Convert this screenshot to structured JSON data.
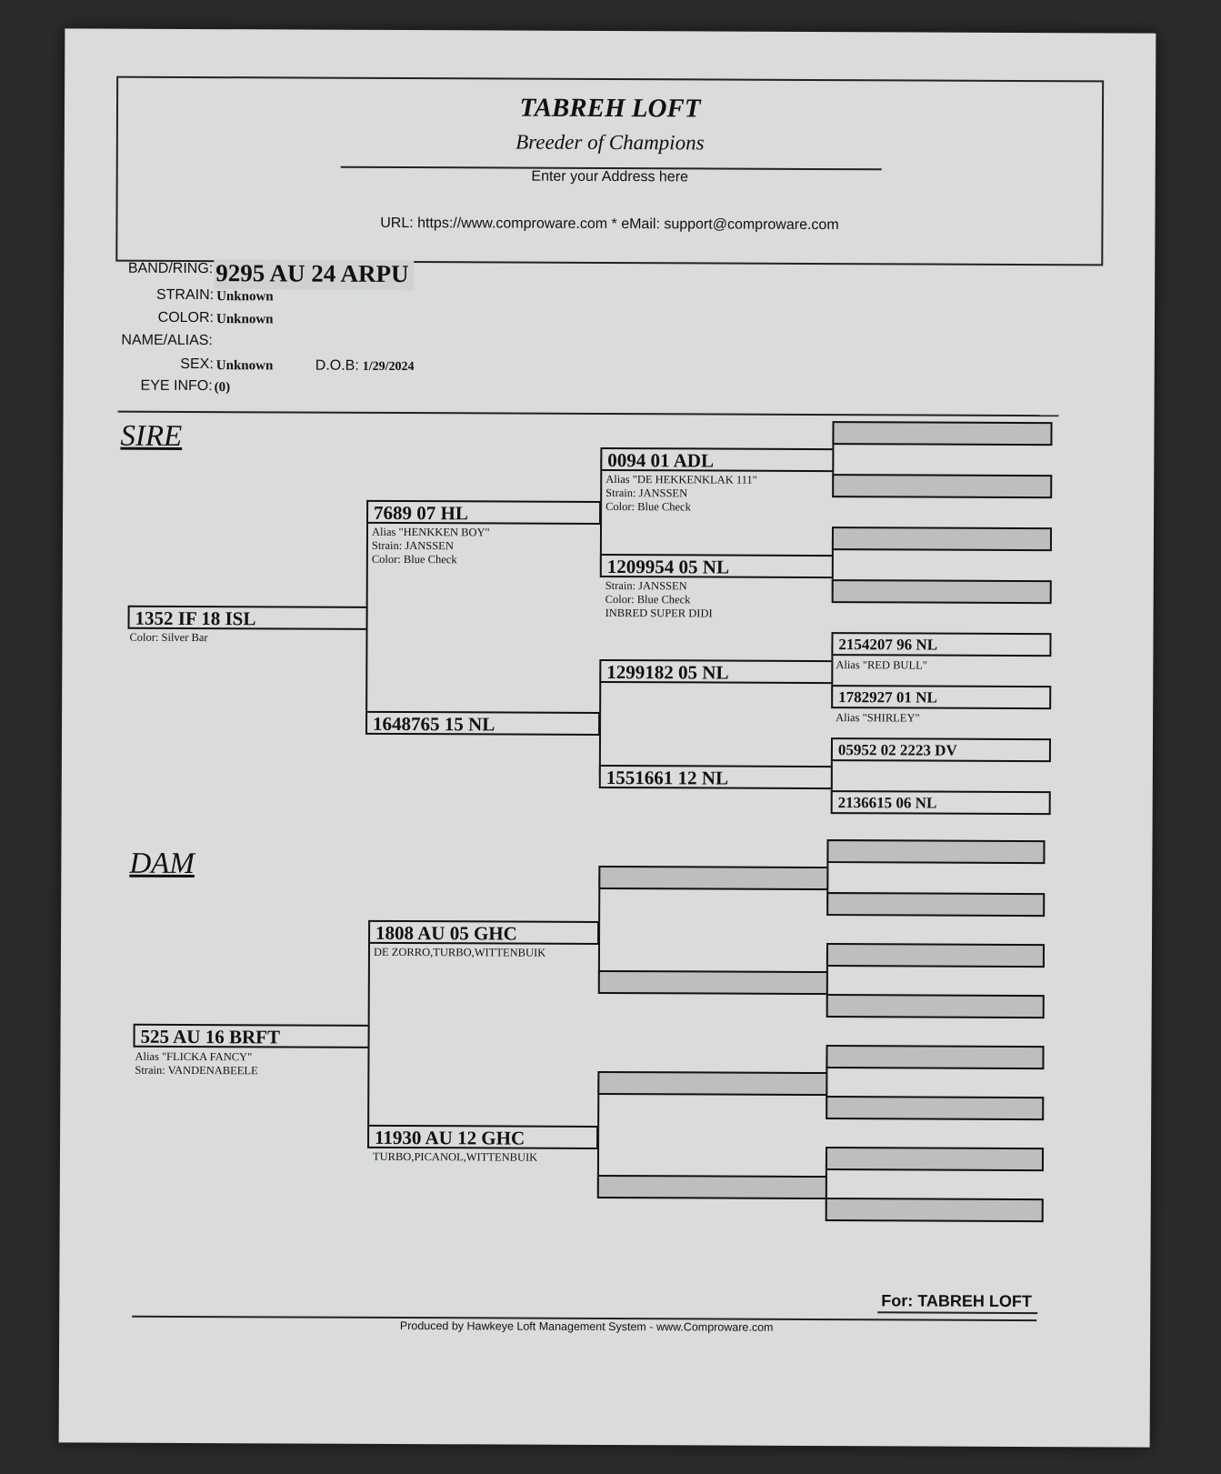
{
  "header": {
    "loft_name": "TABREH LOFT",
    "tagline": "Breeder of Champions",
    "address": "Enter your Address here",
    "url_line": "URL: https://www.comproware.com * eMail: support@comproware.com"
  },
  "bird": {
    "band_label": "BAND/RING:",
    "band_value": "9295 AU 24 ARPU",
    "strain_label": "STRAIN:",
    "strain_value": "Unknown",
    "color_label": "COLOR:",
    "color_value": "Unknown",
    "name_label": "NAME/ALIAS:",
    "sex_label": "SEX:",
    "sex_value": "Unknown",
    "dob_label": "D.O.B:",
    "dob_value": "1/29/2024",
    "eye_label": "EYE INFO:",
    "eye_value": "(0)"
  },
  "sections": {
    "sire": "SIRE",
    "dam": "DAM"
  },
  "sire": {
    "band": "1352 IF 18 ISL",
    "info": [
      "Color: Silver Bar"
    ],
    "father": {
      "band": "7689 07 HL",
      "info": [
        "Alias \"HENKKEN BOY\"",
        "Strain: JANSSEN",
        "Color: Blue Check"
      ],
      "father": {
        "band": "0094 01 ADL",
        "info": [
          "Alias \"DE HEKKENKLAK 111\"",
          "Strain: JANSSEN",
          "Color: Blue Check"
        ]
      },
      "mother": {
        "band": "1209954 05 NL",
        "info": [
          "Strain: JANSSEN",
          "Color: Blue Check",
          "INBRED SUPER DIDI"
        ]
      }
    },
    "mother": {
      "band": "1648765 15 NL",
      "father": {
        "band": "1299182 05 NL",
        "father": {
          "band": "2154207 96 NL",
          "info": "Alias \"RED BULL\""
        },
        "mother": {
          "band": "1782927 01 NL",
          "info": "Alias \"SHIRLEY\""
        }
      },
      "mother": {
        "band": "1551661 12 NL",
        "father": {
          "band": "05952 02 2223 DV"
        },
        "mother": {
          "band": "2136615 06 NL"
        }
      }
    }
  },
  "dam": {
    "band": "525 AU 16 BRFT",
    "info": [
      "Alias \"FLICKA FANCY\"",
      "Strain: VANDENABEELE"
    ],
    "father": {
      "band": "1808 AU 05 GHC",
      "info": [
        "DE ZORRO,TURBO,WITTENBUIK"
      ]
    },
    "mother": {
      "band": "11930 AU 12 GHC",
      "info": [
        "TURBO,PICANOL,WITTENBUIK"
      ]
    }
  },
  "footer": {
    "for_loft": "For: TABREH LOFT",
    "produced_by": "Produced by Hawkeye Loft Management System - www.Comproware.com"
  }
}
